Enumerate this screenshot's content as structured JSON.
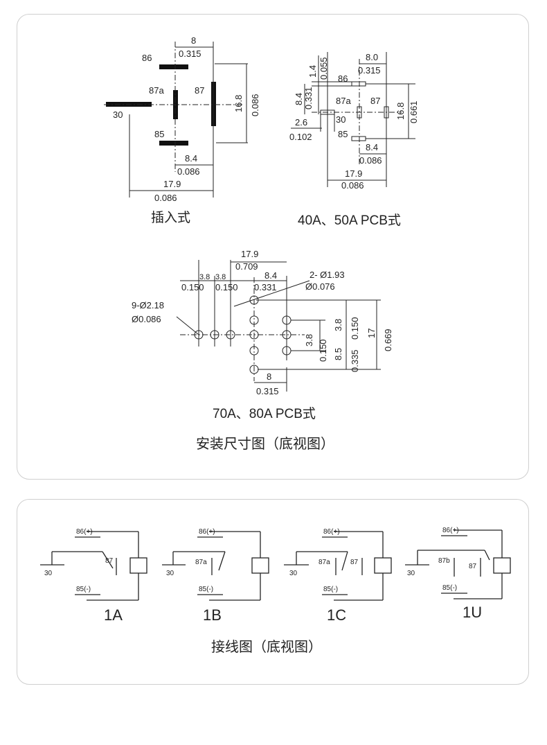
{
  "mounting": {
    "heading": "安装尺寸图（底视图）",
    "plugin": {
      "caption": "插入式",
      "pins": [
        "86",
        "87a",
        "87",
        "30",
        "85"
      ],
      "dims": [
        "8",
        "0.315",
        "16.8",
        "0.086",
        "8.4",
        "0.086",
        "17.9",
        "0.086"
      ]
    },
    "pcb40": {
      "caption": "40A、50A PCB式",
      "pins": [
        "86",
        "87a",
        "87",
        "30",
        "85"
      ],
      "dims": [
        "1.4",
        "0.055",
        "8.0",
        "0.315",
        "8.4",
        "0.331",
        "16.8",
        "0.661",
        "2.6",
        "0.102",
        "8.4",
        "0.086",
        "17.9",
        "0.086"
      ]
    },
    "pcb70": {
      "caption": "70A、80A PCB式",
      "dims": [
        "17.9",
        "0.709",
        "3.8",
        "3.8",
        "8.4",
        "0.150",
        "0.150",
        "0.331",
        "2- Ø1.93",
        "Ø0.076",
        "9-Ø2.18",
        "Ø0.086",
        "3.8",
        "0.150",
        "17",
        "0.669",
        "3.8",
        "0.150",
        "8.5",
        "0.335",
        "8",
        "0.315"
      ]
    }
  },
  "wiring": {
    "heading": "接线图（底视图）",
    "diagrams": [
      {
        "type": "1A",
        "labels": [
          "86(+)",
          "87",
          "30",
          "85(-)"
        ]
      },
      {
        "type": "1B",
        "labels": [
          "86(+)",
          "87a",
          "30",
          "85(-)"
        ]
      },
      {
        "type": "1C",
        "labels": [
          "86(+)",
          "87a",
          "87",
          "30",
          "85(-)"
        ]
      },
      {
        "type": "1U",
        "labels": [
          "86(+)",
          "87b",
          "87",
          "30",
          "85(-)"
        ]
      }
    ]
  }
}
